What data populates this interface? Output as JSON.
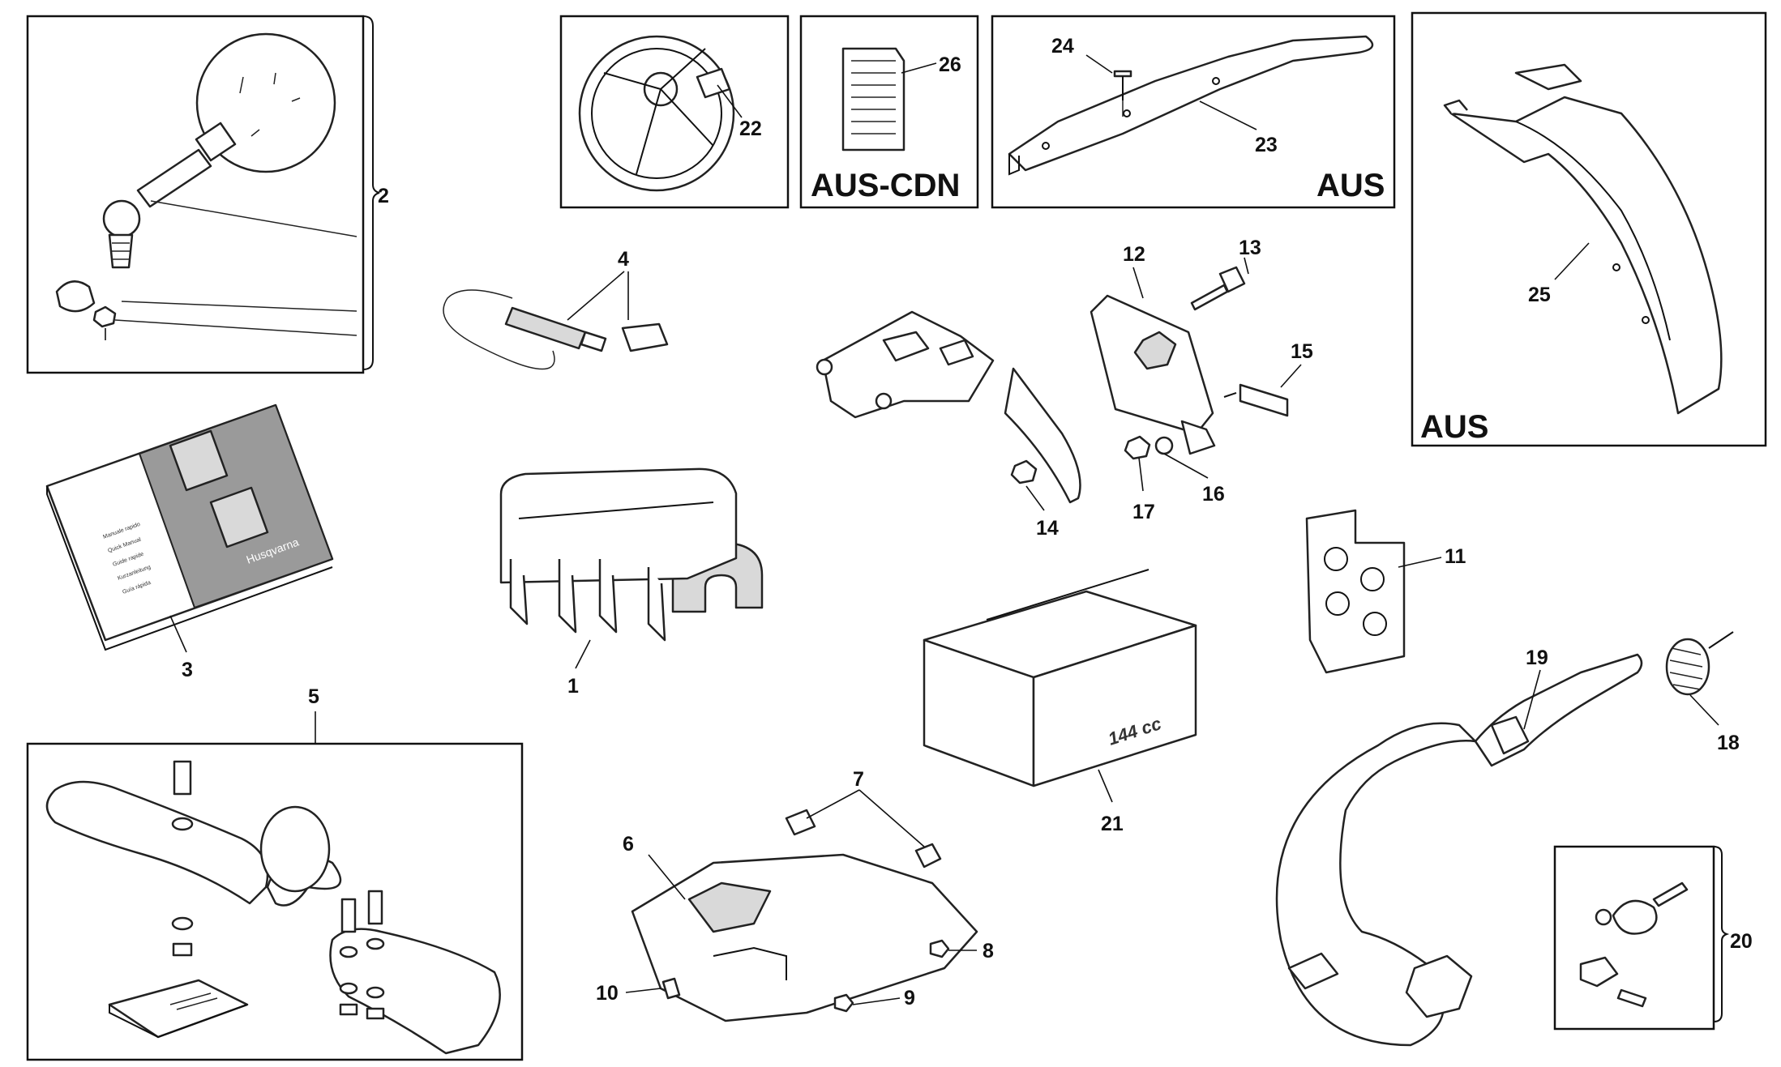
{
  "callouts": {
    "c1": "1",
    "c2": "2",
    "c3": "3",
    "c4": "4",
    "c5": "5",
    "c6": "6",
    "c7": "7",
    "c8": "8",
    "c9": "9",
    "c10": "10",
    "c11": "11",
    "c12": "12",
    "c13": "13",
    "c14": "14",
    "c15": "15",
    "c16": "16",
    "c17": "17",
    "c18": "18",
    "c19": "19",
    "c20": "20",
    "c21": "21",
    "c22": "22",
    "c23": "23",
    "c24": "24",
    "c25": "25",
    "c26": "26"
  },
  "regions": {
    "aus_cdn": "AUS-CDN",
    "aus_fender_guard": "AUS",
    "aus_rear_fender": "AUS"
  },
  "labels": {
    "box_capacity": "144 cc",
    "manual_brand": "Husqvarna",
    "manual_lines": [
      "Manuale rapido",
      "Quick Manual",
      "Guide rapide",
      "Kurzanleitung",
      "Guía rápida"
    ]
  },
  "colors": {
    "line": "#111111",
    "part_fill": "#ffffff",
    "shade": "#d9d9d9",
    "dark_shade": "#9a9a9a"
  }
}
